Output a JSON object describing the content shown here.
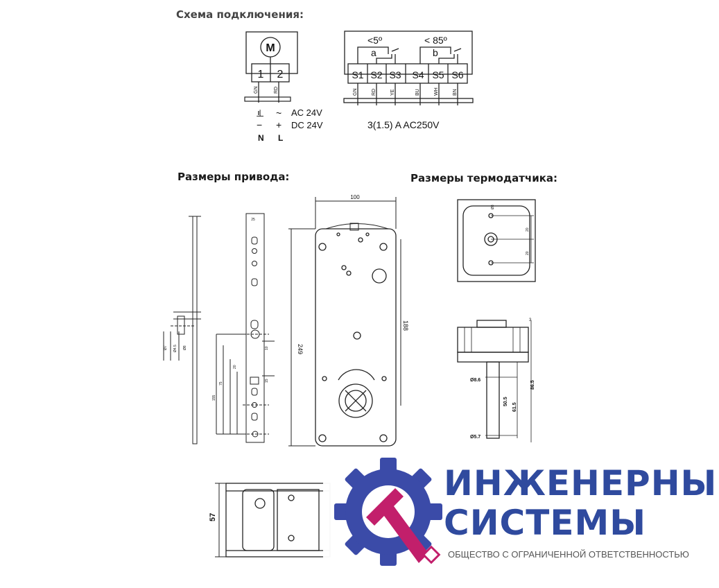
{
  "headings": {
    "scheme": "Схема подключения:",
    "drive": "Размеры привода:",
    "sensor": "Размеры термодатчика:"
  },
  "motor": {
    "symbol": "M",
    "terminals": [
      "1",
      "2"
    ],
    "wire_colors": [
      "GN",
      "RD"
    ],
    "ac_label": "AC 24V",
    "dc_label": "DC 24V",
    "ac_symbols": [
      "⊥",
      "~"
    ],
    "dc_symbols": [
      "−",
      "+"
    ],
    "poles": [
      "N",
      "L"
    ]
  },
  "switches": {
    "switch_a_angle": "<5º",
    "switch_b_angle": "< 85º",
    "switch_a": "a",
    "switch_b": "b",
    "terminals": [
      "S1",
      "S2",
      "S3",
      "S4",
      "S5",
      "S6"
    ],
    "wire_colors": [
      "GN",
      "RD",
      "YE",
      "BU",
      "WH",
      "BN"
    ],
    "rating": "3(1.5) A  AC250V"
  },
  "drive_dims": {
    "width": "100",
    "length": "249",
    "inner_length": "188",
    "height": "57",
    "small_labels": [
      "25",
      "10",
      "15",
      "20",
      "75",
      "155",
      "Ø7",
      "Ø4.5",
      "Ø8"
    ]
  },
  "sensor_dims": {
    "d1": "Ø8.6",
    "d2": "Ø5.7",
    "l1": "50.5",
    "l2": "61.5",
    "l3": "86.5",
    "top": "3",
    "side": "20",
    "hole": "Ø3"
  },
  "logo": {
    "line1": "ИНЖЕНЕРНЫЕ",
    "line2": "СИСТЕМЫ",
    "company": "ОБЩЕСТВО С ОГРАНИЧЕННОЙ ОТВЕТСТВЕННОСТЬЮ",
    "colors": {
      "blue": "#2f4a9e",
      "magenta": "#c21f6b"
    }
  }
}
